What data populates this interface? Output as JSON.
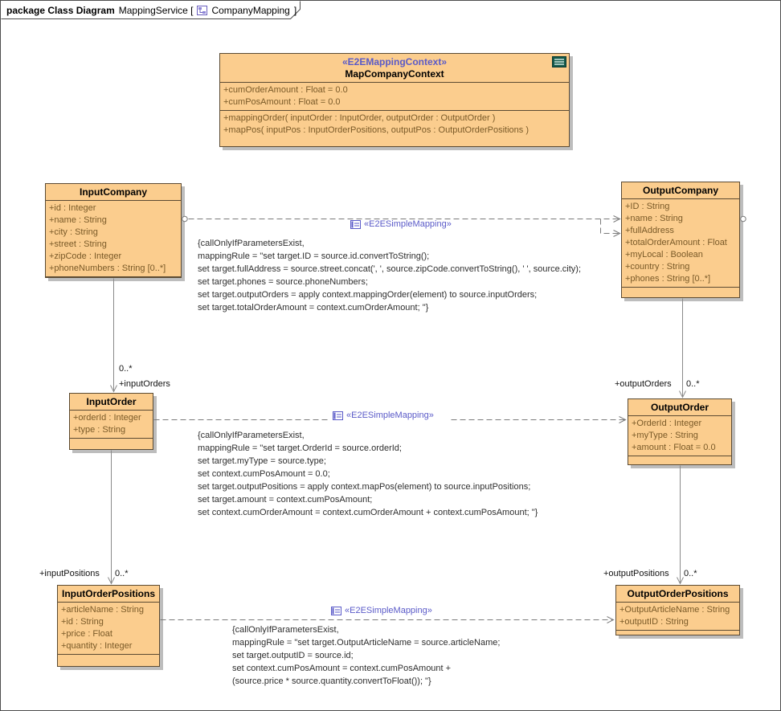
{
  "frame": {
    "keyword": "package Class Diagram",
    "title": "MappingService [",
    "diagram_name": "CompanyMapping",
    "close_bracket": "]"
  },
  "colors": {
    "class_fill": "#FBCD8E",
    "class_border": "#5B4A32",
    "stereotype_text": "#5A5AC8",
    "attribute_text": "#7A5A28",
    "constraint_text": "#2E2E2E",
    "connector_gray": "#8A8A8A",
    "shadow_gray": "#BDBDBD"
  },
  "classes": {
    "context": {
      "stereotype": "«E2EMappingContext»",
      "name": "MapCompanyContext",
      "attributes": [
        "+cumOrderAmount : Float = 0.0",
        "+cumPosAmount : Float = 0.0"
      ],
      "operations": [
        "+mappingOrder( inputOrder : InputOrder, outputOrder : OutputOrder )",
        "+mapPos( inputPos : InputOrderPositions, outputPos : OutputOrderPositions )"
      ]
    },
    "inputCompany": {
      "name": "InputCompany",
      "attributes": [
        "+id : Integer",
        "+name : String",
        "+city : String",
        "+street : String",
        "+zipCode : Integer",
        "+phoneNumbers : String [0..*]"
      ]
    },
    "outputCompany": {
      "name": "OutputCompany",
      "attributes": [
        "+ID : String",
        "+name : String",
        "+fullAddress",
        "+totalOrderAmount : Float",
        "+myLocal : Boolean",
        "+country : String",
        "+phones : String [0..*]"
      ]
    },
    "inputOrder": {
      "name": "InputOrder",
      "attributes": [
        "+orderId : Integer",
        "+type : String"
      ]
    },
    "outputOrder": {
      "name": "OutputOrder",
      "attributes": [
        "+OrderId : Integer",
        "+myType : String",
        "+amount : Float = 0.0"
      ]
    },
    "inputOrderPositions": {
      "name": "InputOrderPositions",
      "attributes": [
        "+articleName : String",
        "+id : String",
        "+price : Float",
        "+quantity : Integer"
      ]
    },
    "outputOrderPositions": {
      "name": "OutputOrderPositions",
      "attributes": [
        "+OutputArticleName : String",
        "+outputID : String"
      ]
    }
  },
  "mappings": [
    {
      "stereotype": "«E2ESimpleMapping»",
      "constraint": [
        "{callOnlyIfParametersExist,",
        "mappingRule = \"set target.ID = source.id.convertToString();",
        "set target.fullAddress = source.street.concat(', ', source.zipCode.convertToString(), ' ', source.city);",
        "set target.phones = source.phoneNumbers;",
        "set target.outputOrders = apply context.mappingOrder(element) to source.inputOrders;",
        "set target.totalOrderAmount = context.cumOrderAmount; \"}"
      ]
    },
    {
      "stereotype": "«E2ESimpleMapping»",
      "constraint": [
        "{callOnlyIfParametersExist,",
        "mappingRule = \"set target.OrderId = source.orderId;",
        "set target.myType = source.type;",
        "set context.cumPosAmount = 0.0;",
        "set target.outputPositions = apply context.mapPos(element) to source.inputPositions;",
        "set target.amount = context.cumPosAmount;",
        "set context.cumOrderAmount = context.cumOrderAmount + context.cumPosAmount; \"}"
      ]
    },
    {
      "stereotype": "«E2ESimpleMapping»",
      "constraint": [
        "{callOnlyIfParametersExist,",
        "mappingRule = \"set target.OutputArticleName = source.articleName;",
        "set target.outputID = source.id;",
        "set context.cumPosAmount = context.cumPosAmount +",
        "(source.price * source.quantity.convertToFloat()); \"}"
      ]
    }
  ],
  "associations": {
    "inputOrders": {
      "multiplicity": "0..*",
      "role": "+inputOrders"
    },
    "inputPositions": {
      "multiplicity": "0..*",
      "role": "+inputPositions"
    },
    "outputOrders": {
      "multiplicity": "0..*",
      "role": "+outputOrders"
    },
    "outputPositions": {
      "multiplicity": "0..*",
      "role": "+outputPositions"
    }
  }
}
